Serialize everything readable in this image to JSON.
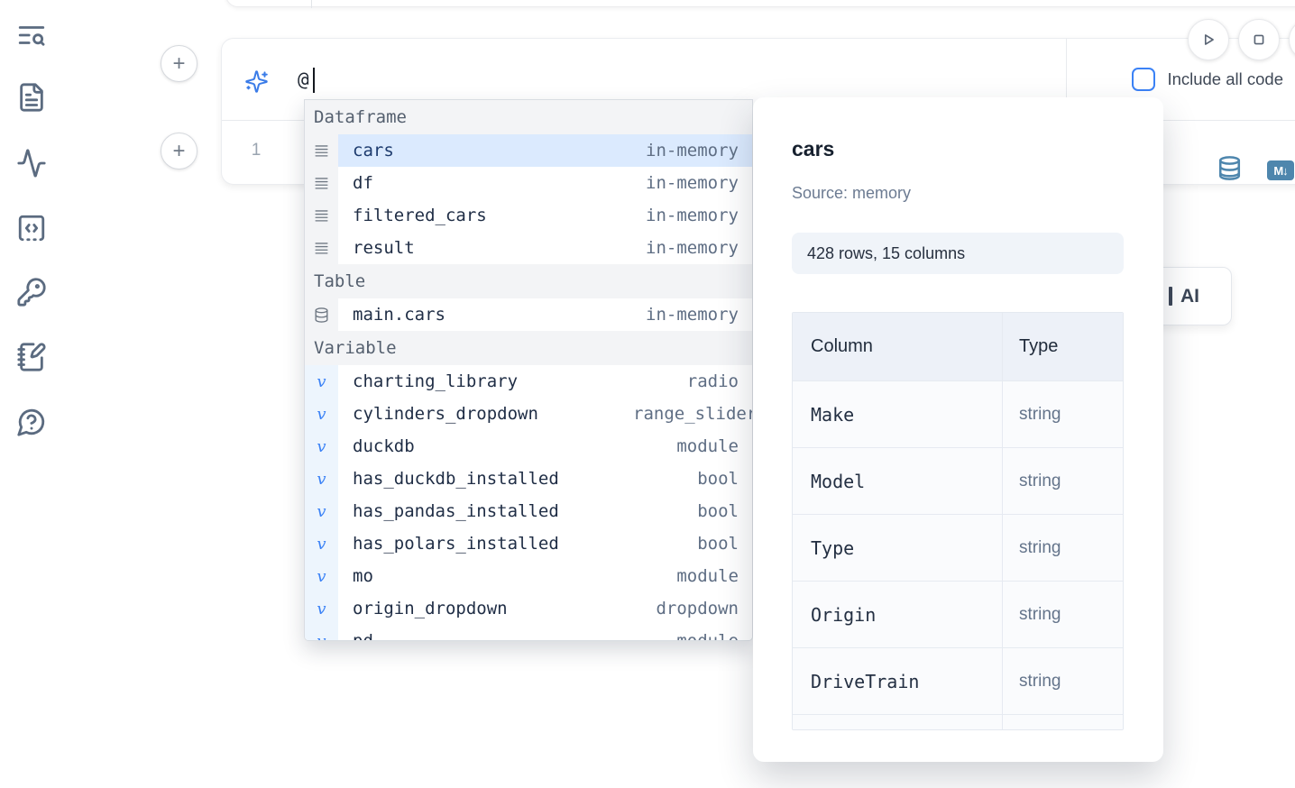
{
  "colors": {
    "accent_blue": "#3b82f6",
    "steel_blue": "#4e86ad",
    "selection_bg": "#dbeafe",
    "sidebar_icon": "#5b6b80"
  },
  "sidebar": {
    "icons": [
      {
        "name": "list-search"
      },
      {
        "name": "document"
      },
      {
        "name": "activity"
      },
      {
        "name": "code-snippet"
      },
      {
        "name": "key"
      },
      {
        "name": "scratchpad"
      },
      {
        "name": "help"
      }
    ]
  },
  "toolbar": {
    "run_icon": "play",
    "stop_icon": "stop"
  },
  "prompt": {
    "value": "@",
    "include_code_label": "Include all code"
  },
  "editor": {
    "line_number": "1"
  },
  "output_actions": {
    "icons": [
      "database",
      "markdown-export"
    ],
    "markdown_badge": "M↓"
  },
  "autocomplete": {
    "sections": [
      {
        "label": "Dataframe",
        "items": [
          {
            "name": "cars",
            "type": "in-memory",
            "kind": "df",
            "selected": true
          },
          {
            "name": "df",
            "type": "in-memory",
            "kind": "df",
            "selected": false
          },
          {
            "name": "filtered_cars",
            "type": "in-memory",
            "kind": "df",
            "selected": false
          },
          {
            "name": "result",
            "type": "in-memory",
            "kind": "df",
            "selected": false
          }
        ]
      },
      {
        "label": "Table",
        "items": [
          {
            "name": "main.cars",
            "type": "in-memory",
            "kind": "table",
            "selected": false
          }
        ]
      },
      {
        "label": "Variable",
        "items": [
          {
            "name": "charting_library",
            "type": "radio",
            "kind": "var",
            "selected": false
          },
          {
            "name": "cylinders_dropdown",
            "type": "range_slider",
            "kind": "var",
            "selected": false
          },
          {
            "name": "duckdb",
            "type": "module",
            "kind": "var",
            "selected": false
          },
          {
            "name": "has_duckdb_installed",
            "type": "bool",
            "kind": "var",
            "selected": false
          },
          {
            "name": "has_pandas_installed",
            "type": "bool",
            "kind": "var",
            "selected": false
          },
          {
            "name": "has_polars_installed",
            "type": "bool",
            "kind": "var",
            "selected": false
          },
          {
            "name": "mo",
            "type": "module",
            "kind": "var",
            "selected": false
          },
          {
            "name": "origin_dropdown",
            "type": "dropdown",
            "kind": "var",
            "selected": false
          },
          {
            "name": "pd",
            "type": "module",
            "kind": "var",
            "selected": false
          }
        ]
      }
    ],
    "variable_glyph": "v"
  },
  "preview": {
    "title": "cars",
    "source": "Source: memory",
    "shape": "428 rows, 15 columns",
    "table": {
      "headers": [
        "Column",
        "Type"
      ],
      "rows": [
        [
          "Make",
          "string"
        ],
        [
          "Model",
          "string"
        ],
        [
          "Type",
          "string"
        ],
        [
          "Origin",
          "string"
        ],
        [
          "DriveTrain",
          "string"
        ]
      ]
    }
  },
  "ai_button": {
    "visible_label": "AI"
  }
}
